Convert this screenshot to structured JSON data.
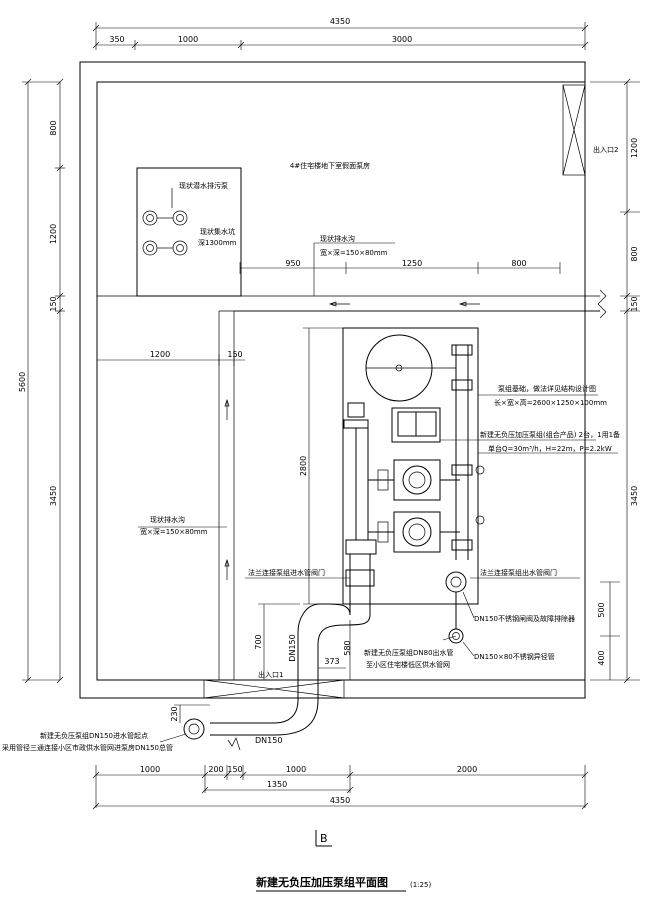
{
  "dimensions": {
    "top_total": "4350",
    "top_segments": [
      "350",
      "1000",
      "3000"
    ],
    "bottom_segments": [
      "1000",
      "200",
      "150",
      "1000",
      "2000"
    ],
    "bottom_sub": "1350",
    "bottom_total": "4350",
    "left_total": "5600",
    "left_segments": [
      "800",
      "1200",
      "150",
      "3450"
    ],
    "right_segments": [
      "1200",
      "800",
      "150",
      "3450"
    ],
    "right_small": [
      "500",
      "400"
    ],
    "inner_950": "950",
    "inner_1250": "1250",
    "inner_800": "800",
    "inner_1200": "1200",
    "inner_150": "150",
    "inner_2800": "2800",
    "inner_700": "700",
    "inner_373": "373",
    "inner_580": "580",
    "inner_230": "230"
  },
  "labels": {
    "room": "4#住宅楼地下室假面泵房",
    "exit2": "出入口2",
    "exit1": "出入口1",
    "sewage_pump": "现状潜水排污泵",
    "sump_pit": "现状集水坑",
    "sump_depth": "深1300mm",
    "trench_top_title": "现状排水沟",
    "trench_top_size": "宽×深=150×80mm",
    "trench_left_title": "现状排水沟",
    "trench_left_size": "宽×深=150×80mm",
    "pump_base_title": "泵组基础，做法详见结构设计图",
    "pump_base_size": "长×宽×高=2600×1250×100mm",
    "pump_set_title": "新建无负压加压泵组(组合产品) 2台，1用1备",
    "pump_set_params": "单台Q=30m³/h，H=22m，P=2.2kW",
    "inlet_valve": "法兰连接泵组进水管阀门",
    "outlet_valve": "法兰连接泵组出水管阀门",
    "filter": "DN150不锈钢闸阀及故障排除器",
    "outlet_pipe": "新建无负压泵组DN80出水管",
    "outlet_pipe_2": "至小区住宅楼低区供水管网",
    "riser": "DN150×80不锈钢异径管",
    "inlet_start_1": "新建无负压泵组DN150进水管起点",
    "inlet_start_2": "采用管径三通连接小区市政供水管网进泵房DN150总管",
    "dn150_v": "DN150",
    "dn150_h": "DN150",
    "section_mark": "B"
  },
  "title": {
    "main": "新建无负压加压泵组平面图",
    "scale": "(1:25)"
  }
}
